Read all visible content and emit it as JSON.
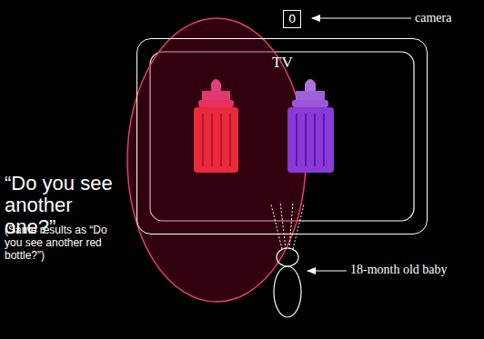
{
  "diagram": {
    "nodes": [
      {
        "text": [
          "0"
        ]
      },
      {
        "text": [
          "TV"
        ]
      }
    ],
    "labels": [
      "camera",
      "“Do you see another one?”",
      "(Same results as “Do you see another red bottle?”)",
      "18-month old baby"
    ]
  }
}
